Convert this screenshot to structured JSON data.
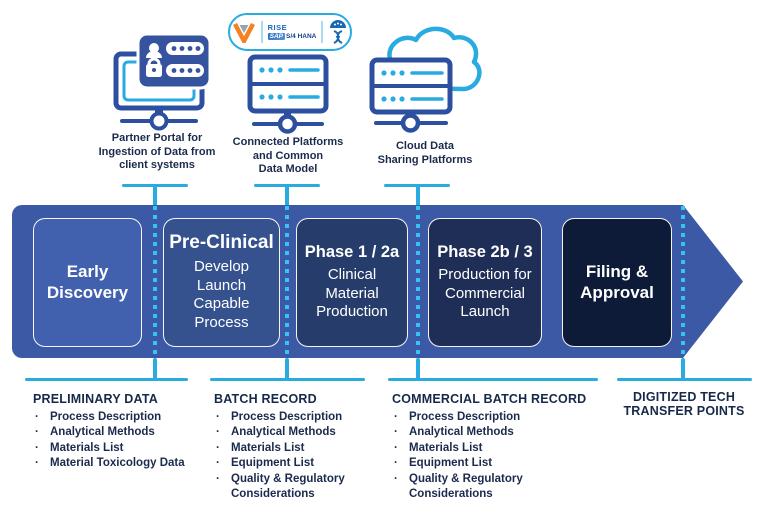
{
  "colors": {
    "band": "#3C59A5",
    "cyan_solid": "#29ABE1",
    "cyan_dash": "#35C4F3",
    "navy_text": "#1B2B4D",
    "icon_outline": "#2D4FA0",
    "icon_card_fill": "#35539E",
    "veeva_orange": "#F58220",
    "stage_fills": [
      "#4160AE",
      "#35528F",
      "#263C6B",
      "#1F2E56",
      "#0D1B38"
    ]
  },
  "bullet": "·",
  "top": {
    "partner_portal": {
      "label": "Partner Portal for\nIngestion of Data from\nclient systems"
    },
    "connected_platforms": {
      "label": "Connected Platforms\nand Common\nData Model",
      "badge": {
        "rise": "RISE",
        "sap": "SAP",
        "product": "S/4 HANA"
      }
    },
    "cloud": {
      "label": "Cloud Data\nSharing Platforms"
    }
  },
  "stages": [
    {
      "title": "Early\nDiscovery",
      "body": ""
    },
    {
      "title": "Pre-Clinical",
      "body": "Develop\nLaunch\nCapable\nProcess"
    },
    {
      "title": "Phase 1 / 2a",
      "body": "Clinical\nMaterial\nProduction"
    },
    {
      "title": "Phase 2b / 3",
      "body": "Production for\nCommercial\nLaunch"
    },
    {
      "title": "Filing &\nApproval",
      "body": ""
    }
  ],
  "footnotes": [
    {
      "header": "PRELIMINARY DATA",
      "items": [
        "Process Description",
        "Analytical Methods",
        "Materials List",
        "Material Toxicology Data"
      ]
    },
    {
      "header": "BATCH RECORD",
      "items": [
        "Process Description",
        "Analytical Methods",
        "Materials List",
        "Equipment List",
        "Quality & Regulatory Considerations"
      ]
    },
    {
      "header": "COMMERCIAL BATCH RECORD",
      "items": [
        "Process Description",
        "Analytical Methods",
        "Materials List",
        "Equipment List",
        "Quality & Regulatory Considerations"
      ]
    },
    {
      "header": "DIGITIZED TECH\nTRANSFER POINTS",
      "items": []
    }
  ]
}
